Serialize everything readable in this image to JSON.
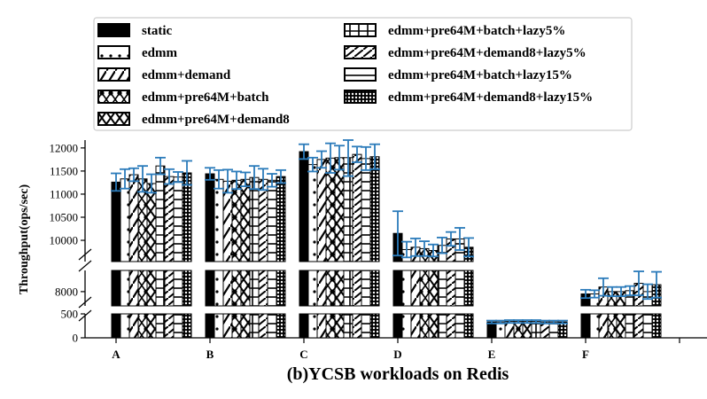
{
  "chart_data": {
    "type": "bar",
    "title": "",
    "xlabel": "(b)YCSB workloads on Redis",
    "ylabel": "Throughput(ops/sec)",
    "categories": [
      "A",
      "B",
      "C",
      "D",
      "E",
      "F"
    ],
    "y_segments": [
      {
        "range": [
          0,
          500
        ],
        "ticks": [
          0,
          500
        ],
        "tick_labels": [
          "0",
          "500"
        ]
      },
      {
        "range": [
          7690,
          8460
        ],
        "ticks": [
          8000
        ],
        "tick_labels": [
          "8000"
        ]
      },
      {
        "range": [
          9540,
          12170
        ],
        "ticks": [
          10000,
          10500,
          11000,
          11500,
          12000
        ],
        "tick_labels": [
          "10000",
          "10500",
          "11000",
          "11500",
          "12000"
        ]
      }
    ],
    "axis_breaks": true,
    "legend_position": "top",
    "error_bar_color": "#2b7bba",
    "series": [
      {
        "name": "static",
        "pattern": "solid",
        "values": [
          11260,
          11440,
          11920,
          10150,
          330,
          7950
        ],
        "errors": [
          190,
          130,
          160,
          480,
          30,
          90
        ]
      },
      {
        "name": "edmm",
        "pattern": "dots",
        "values": [
          11330,
          11320,
          11640,
          9800,
          330,
          7950
        ],
        "errors": [
          210,
          200,
          150,
          170,
          30,
          80
        ]
      },
      {
        "name": "edmm+demand",
        "pattern": "slash",
        "values": [
          11420,
          11280,
          11750,
          9850,
          340,
          8100
        ],
        "errors": [
          140,
          250,
          180,
          190,
          30,
          190
        ]
      },
      {
        "name": "edmm+pre64M+batch",
        "pattern": "big-dots",
        "values": [
          11330,
          11300,
          11780,
          9820,
          340,
          8000
        ],
        "errors": [
          280,
          190,
          320,
          160,
          30,
          100
        ]
      },
      {
        "name": "edmm+pre64M+demand8",
        "pattern": "cross",
        "values": [
          11230,
          11320,
          11790,
          9780,
          340,
          8000
        ],
        "errors": [
          200,
          150,
          260,
          130,
          30,
          100
        ]
      },
      {
        "name": "edmm+pre64M+batch+lazy5%",
        "pattern": "grid",
        "values": [
          11610,
          11360,
          11790,
          9890,
          340,
          8020
        ],
        "errors": [
          180,
          250,
          400,
          170,
          30,
          100
        ]
      },
      {
        "name": "edmm+pre64M+demand8+lazy5%",
        "pattern": "dense-slash",
        "values": [
          11380,
          11320,
          11860,
          10030,
          330,
          8180
        ],
        "errors": [
          160,
          230,
          170,
          150,
          30,
          260
        ]
      },
      {
        "name": "edmm+pre64M+batch+lazy15%",
        "pattern": "hlines",
        "values": [
          11370,
          11300,
          11770,
          10030,
          330,
          8000
        ],
        "errors": [
          110,
          140,
          250,
          240,
          30,
          160
        ]
      },
      {
        "name": "edmm+pre64M+demand8+lazy15%",
        "pattern": "small-dots",
        "values": [
          11460,
          11380,
          11810,
          9850,
          330,
          8150
        ],
        "errors": [
          260,
          140,
          270,
          200,
          30,
          280
        ]
      }
    ]
  }
}
